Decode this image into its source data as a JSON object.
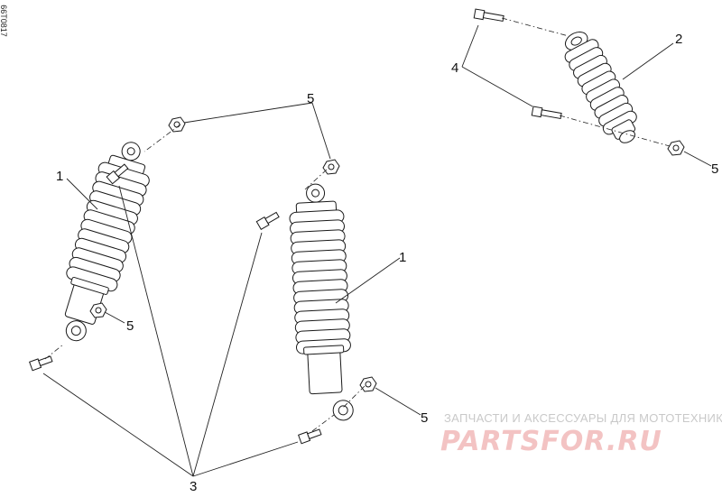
{
  "drawing_code": "66T0817",
  "callouts": {
    "shock_front_left": "1",
    "shock_front_right": "1",
    "shock_rear": "2",
    "bolts": "3",
    "rear_bolts": "4",
    "nuts_top": "5",
    "nut_left": "5",
    "nut_right": "5",
    "nut_rear": "5"
  },
  "watermark": {
    "tagline": "ЗАПЧАСТИ И АКСЕССУАРЫ ДЛЯ МОТОТЕХНИКИ",
    "logo": "PARTSFOR.RU"
  },
  "colors": {
    "line": "#1a1a1a",
    "part_fill": "#ffffff",
    "watermark_text": "#c9c9c9",
    "watermark_logo": "#f3c3c3"
  }
}
